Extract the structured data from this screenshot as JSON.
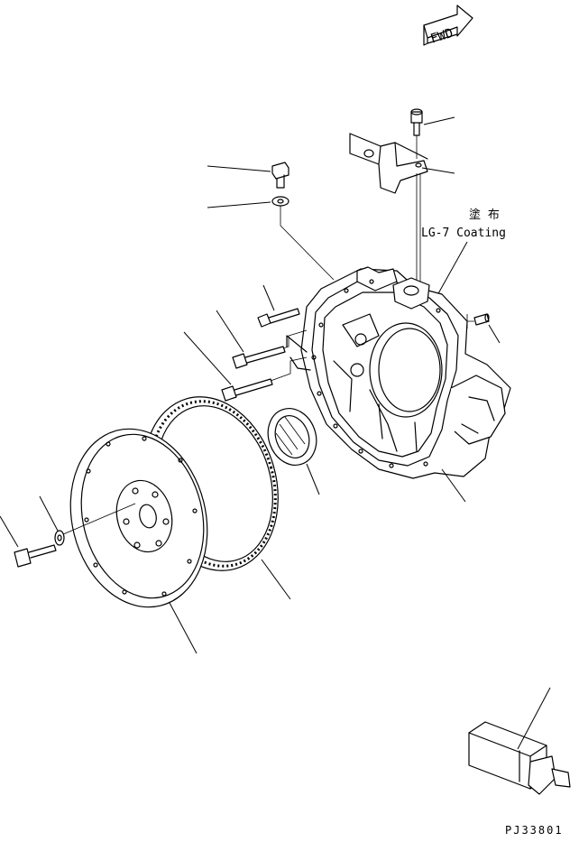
{
  "fwd_label": "FWD",
  "coating_jp": "塗 布",
  "coating_en": "LG-7 Coating",
  "figure_code": "PJ33801",
  "icons": [
    "fwd-arrow-icon",
    "bolt-icon",
    "washer-icon",
    "bracket-icon",
    "flywheel-housing-icon",
    "oil-seal-icon",
    "ring-gear-icon",
    "flywheel-icon",
    "alignment-tool-icon",
    "dowel-pin-icon"
  ]
}
